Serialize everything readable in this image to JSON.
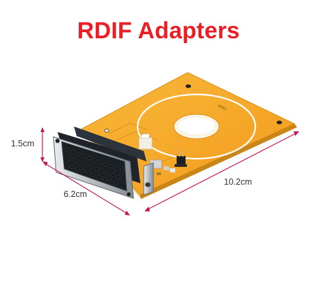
{
  "title": "RDIF Adapters",
  "dimensions": {
    "height": "1.5cm",
    "width": "6.2cm",
    "length": "10.2cm"
  },
  "board_marking": "IPRO",
  "colors": {
    "title": "#ea1f25",
    "pcb": "#f5a623",
    "dimension_line": "#c2185b",
    "connector": "#1e2329"
  }
}
